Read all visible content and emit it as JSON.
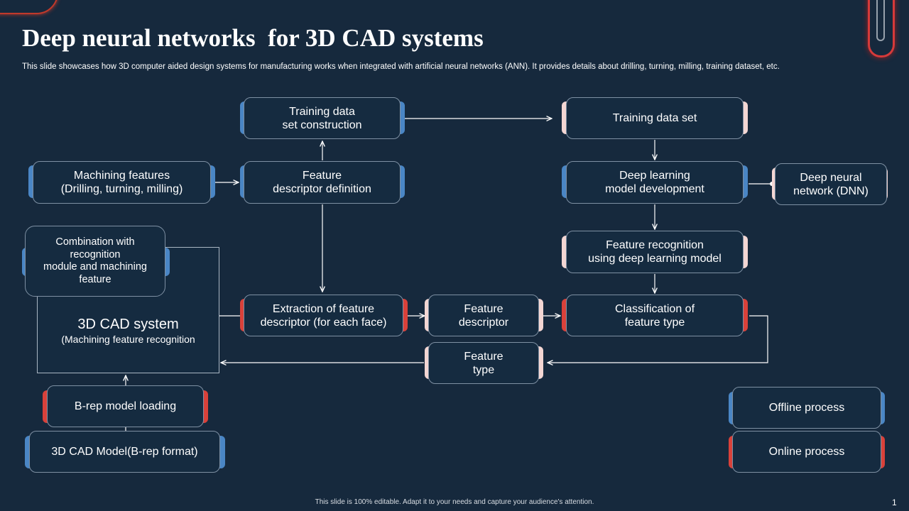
{
  "title": "Deep neural networks  for 3D CAD systems",
  "subtitle": "This slide showcases how 3D computer aided design systems for manufacturing works when integrated with artificial neural networks (ANN). It provides details about drilling, turning, milling, training dataset, etc.",
  "colors": {
    "background": "#16293d",
    "node_fill": "#152b40",
    "node_border": "#7e90a3",
    "accent_blue": "#4a86c5",
    "accent_red": "#d9413a",
    "accent_pink": "#f3d6d3"
  },
  "nodes": {
    "training_data_construction": "Training data\nset construction",
    "training_data_set": "Training data set",
    "machining_features": "Machining features\n(Drilling, turning,  milling)",
    "feature_descriptor_definition": "Feature\ndescriptor definition",
    "deep_learning_model_development": "Deep learning\nmodel development",
    "deep_neural_network": "Deep neural\nnetwork (DNN)",
    "combination": "Combination with\nrecognition\nmodule and machining\nfeature",
    "feature_recognition": "Feature recognition\nusing deep learning model",
    "cad_system_title": "3D CAD system",
    "cad_system_sub": "(Machining feature recognition",
    "extraction": "Extraction of feature\ndescriptor (for each face)",
    "feature_descriptor": "Feature\ndescriptor",
    "classification": "Classification of\nfeature type",
    "feature_type": "Feature\ntype",
    "brep_loading": "B-rep model loading",
    "cad_model": "3D CAD Model(B-rep format)"
  },
  "legend": {
    "offline": "Offline process",
    "online": "Online process"
  },
  "footer": "This slide is 100% editable.  Adapt it to your needs and capture your audience's attention.",
  "page_number": "1"
}
